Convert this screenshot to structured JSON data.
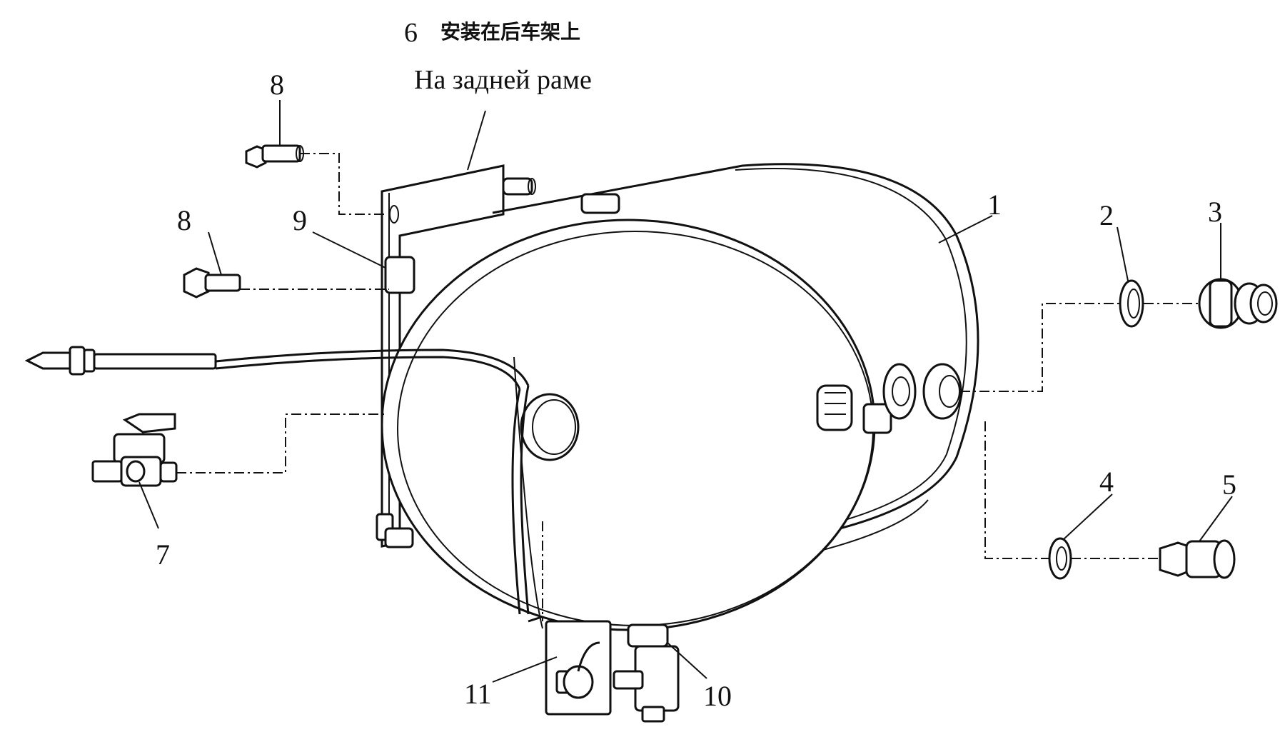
{
  "title": {
    "number": "6",
    "chinese": "安装在后车架上",
    "russian": "На задней раме"
  },
  "callouts": [
    {
      "id": "1",
      "text": "1"
    },
    {
      "id": "2",
      "text": "2"
    },
    {
      "id": "3",
      "text": "3"
    },
    {
      "id": "4",
      "text": "4"
    },
    {
      "id": "5",
      "text": "5"
    },
    {
      "id": "7",
      "text": "7"
    },
    {
      "id": "8a",
      "text": "8"
    },
    {
      "id": "8b",
      "text": "8"
    },
    {
      "id": "9",
      "text": "9"
    },
    {
      "id": "10",
      "text": "10"
    },
    {
      "id": "11",
      "text": "11"
    }
  ],
  "colors": {
    "line": "#111111",
    "background": "#ffffff"
  }
}
